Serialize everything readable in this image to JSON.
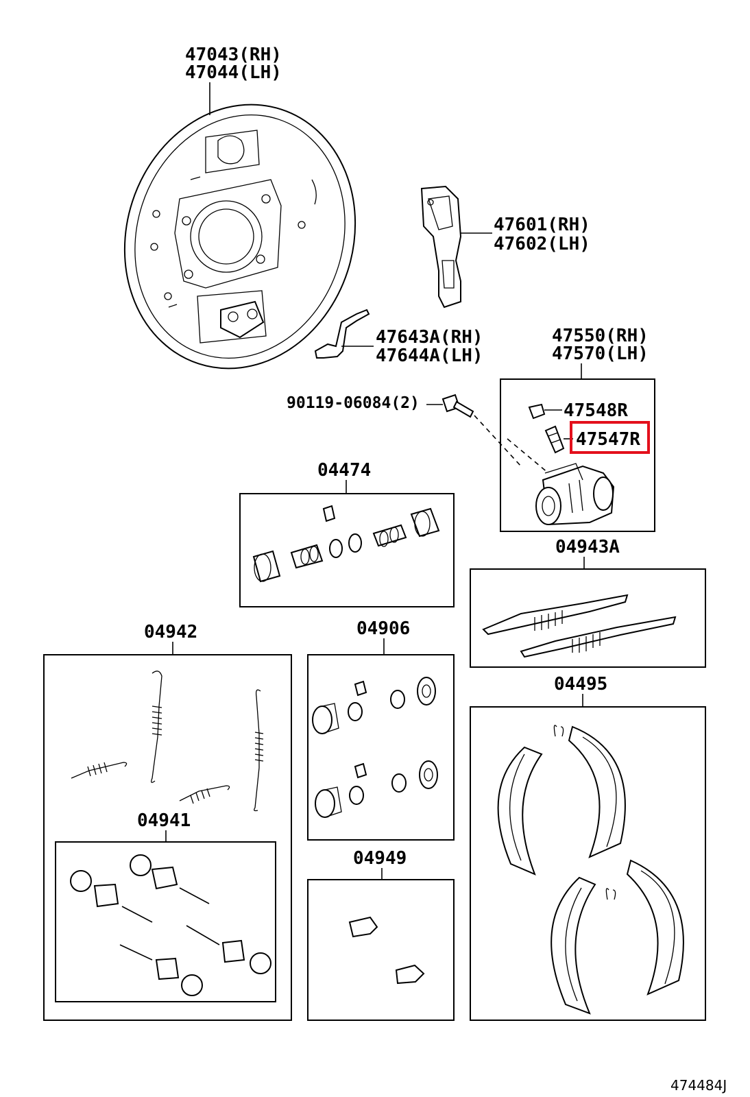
{
  "labels": {
    "backing_plate_rh": "47043(RH)",
    "backing_plate_lh": "47044(LH)",
    "shoe_lever_rh": "47601(RH)",
    "shoe_lever_lh": "47602(LH)",
    "adjust_lever_rh": "47643A(RH)",
    "adjust_lever_lh": "47644A(LH)",
    "wheel_cyl_rh": "47550(RH)",
    "wheel_cyl_lh": "47570(LH)",
    "bolt": "90119-06084(2)",
    "bleeder_cap": "47548R",
    "bleeder_plug": "47547R",
    "kit_04474": "04474",
    "kit_04943A": "04943A",
    "kit_04942": "04942",
    "kit_04906": "04906",
    "kit_04941": "04941",
    "kit_04949": "04949",
    "kit_04495": "04495",
    "diagram_ref": "474484J"
  },
  "highlight": {
    "part": "47547R",
    "color": "#e3101c"
  }
}
